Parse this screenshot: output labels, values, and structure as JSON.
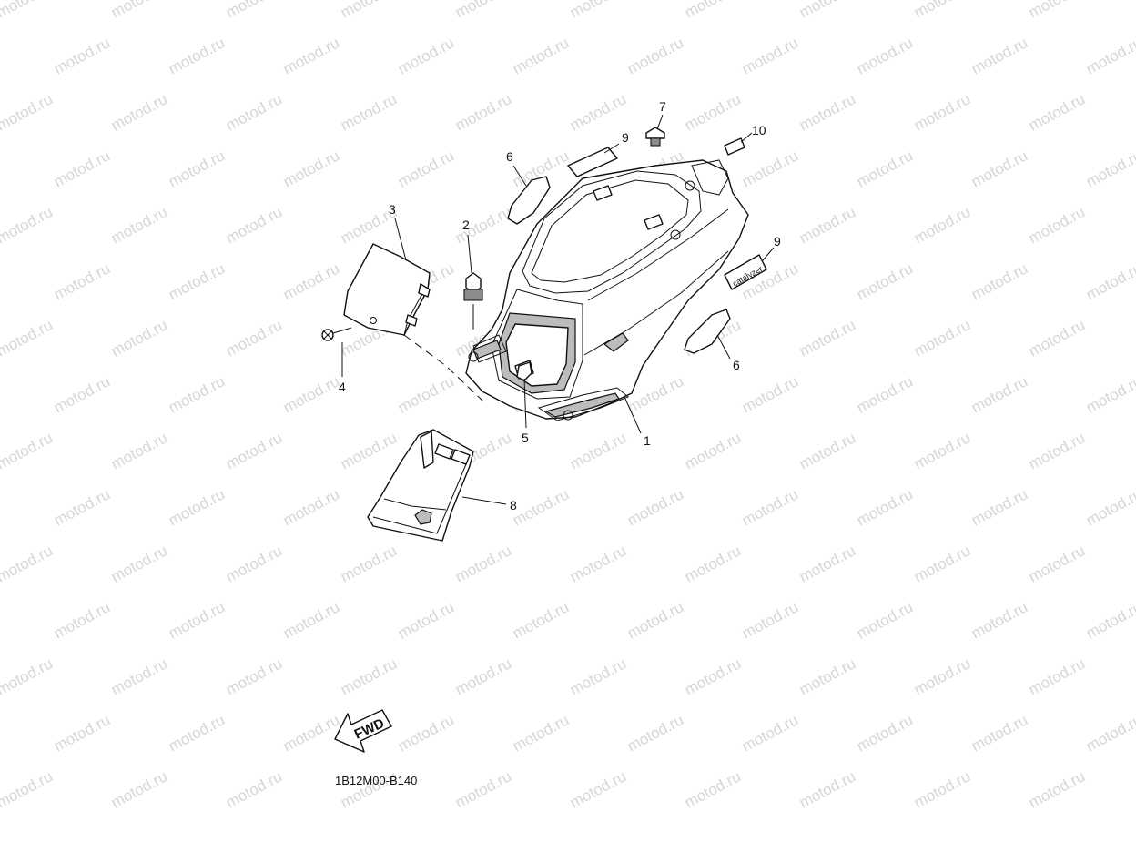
{
  "watermark": {
    "text": "motod.ru"
  },
  "callouts": [
    {
      "id": "c1",
      "label": "1"
    },
    {
      "id": "c2",
      "label": "2"
    },
    {
      "id": "c3",
      "label": "3"
    },
    {
      "id": "c4",
      "label": "4"
    },
    {
      "id": "c5",
      "label": "5"
    },
    {
      "id": "c6a",
      "label": "6"
    },
    {
      "id": "c6b",
      "label": "6"
    },
    {
      "id": "c7",
      "label": "7"
    },
    {
      "id": "c8",
      "label": "8"
    },
    {
      "id": "c9a",
      "label": "9"
    },
    {
      "id": "c9b",
      "label": "9"
    },
    {
      "id": "c10",
      "label": "10"
    }
  ],
  "label_9_text": "catalyzer",
  "fwd_text": "FWD",
  "diagram_code": "1B12M00-B140",
  "colors": {
    "line": "#111111",
    "watermark": "#d6d6d6",
    "shade": "#bcbcbc"
  }
}
